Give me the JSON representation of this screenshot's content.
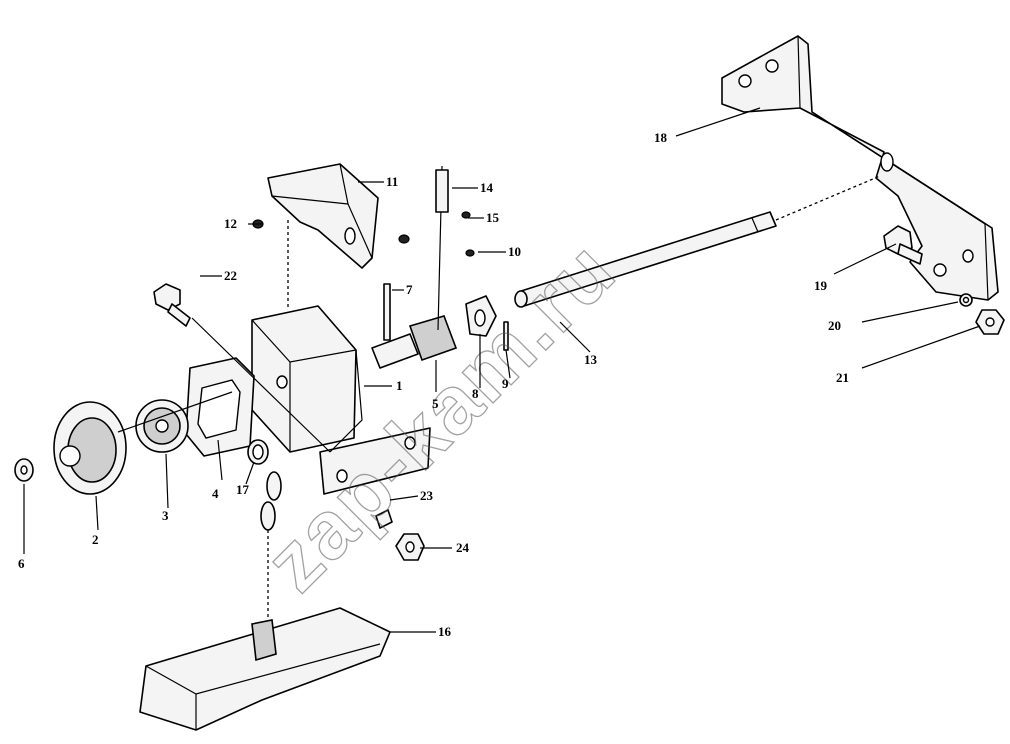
{
  "watermark": "zap-kam.ru",
  "callouts": [
    {
      "id": "1",
      "label": "1"
    },
    {
      "id": "2",
      "label": "2"
    },
    {
      "id": "3",
      "label": "3"
    },
    {
      "id": "4",
      "label": "4"
    },
    {
      "id": "5",
      "label": "5"
    },
    {
      "id": "6",
      "label": "6"
    },
    {
      "id": "7",
      "label": "7"
    },
    {
      "id": "8",
      "label": "8"
    },
    {
      "id": "9",
      "label": "9"
    },
    {
      "id": "10",
      "label": "10"
    },
    {
      "id": "11",
      "label": "11"
    },
    {
      "id": "12",
      "label": "12"
    },
    {
      "id": "13",
      "label": "13"
    },
    {
      "id": "14",
      "label": "14"
    },
    {
      "id": "15",
      "label": "15"
    },
    {
      "id": "16",
      "label": "16"
    },
    {
      "id": "17",
      "label": "17"
    },
    {
      "id": "18",
      "label": "18"
    },
    {
      "id": "19",
      "label": "19"
    },
    {
      "id": "20",
      "label": "20"
    },
    {
      "id": "21",
      "label": "21"
    },
    {
      "id": "22",
      "label": "22"
    },
    {
      "id": "23",
      "label": "23"
    },
    {
      "id": "24",
      "label": "24"
    }
  ]
}
